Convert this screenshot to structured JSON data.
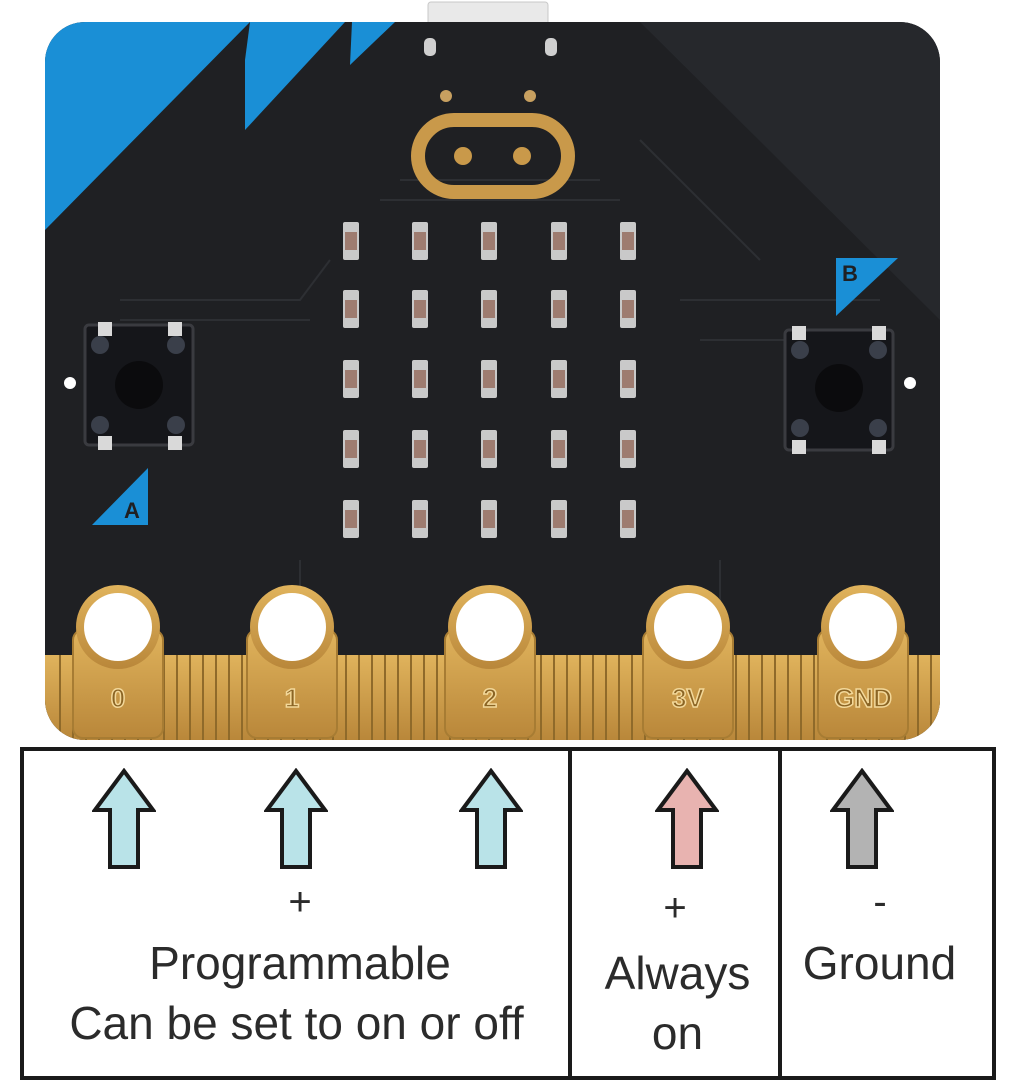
{
  "board": {
    "button_a": "A",
    "button_b": "B",
    "pins": [
      "0",
      "1",
      "2",
      "3V",
      "GND"
    ]
  },
  "colors": {
    "board": "#1f2023",
    "accent_blue": "#1a8fd6",
    "gold": "#d4a24a",
    "programmable_arrow": "#b9e3e8",
    "always_on_arrow": "#e8b3b0",
    "ground_arrow": "#b3b3b3"
  },
  "groups": {
    "programmable": {
      "sign": "+",
      "line1": "Programmable",
      "line2": "Can be set to on or off"
    },
    "always_on": {
      "sign": "+",
      "line1": "Always",
      "line2": "on"
    },
    "ground": {
      "sign": "-",
      "line1": "Ground"
    }
  }
}
